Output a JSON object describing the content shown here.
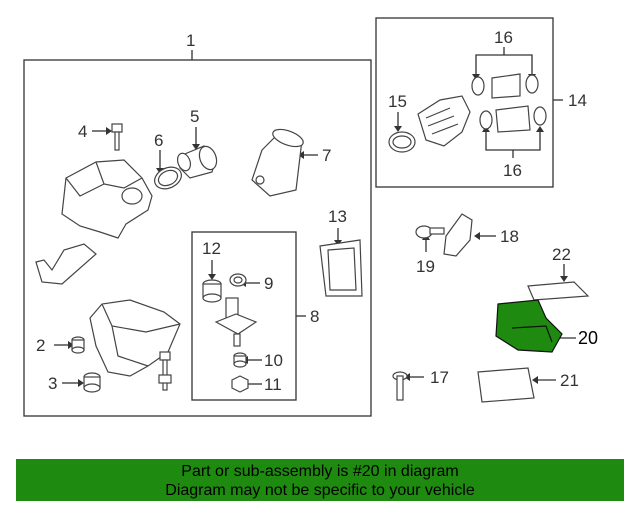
{
  "callouts": {
    "c1": "1",
    "c2": "2",
    "c3": "3",
    "c4": "4",
    "c5": "5",
    "c6": "6",
    "c7": "7",
    "c8": "8",
    "c9": "9",
    "c10": "10",
    "c11": "11",
    "c12": "12",
    "c13": "13",
    "c14": "14",
    "c15": "15",
    "c16a": "16",
    "c16b": "16",
    "c17": "17",
    "c18": "18",
    "c19": "19",
    "c20": "20",
    "c21": "21",
    "c22": "22"
  },
  "highlight": {
    "part_number": "20",
    "color": "#1f8a10"
  },
  "banner": {
    "line1": "Part or sub-assembly is #20 in diagram",
    "line2": "Diagram may not be specific to your vehicle",
    "background": "#1f8a10"
  }
}
